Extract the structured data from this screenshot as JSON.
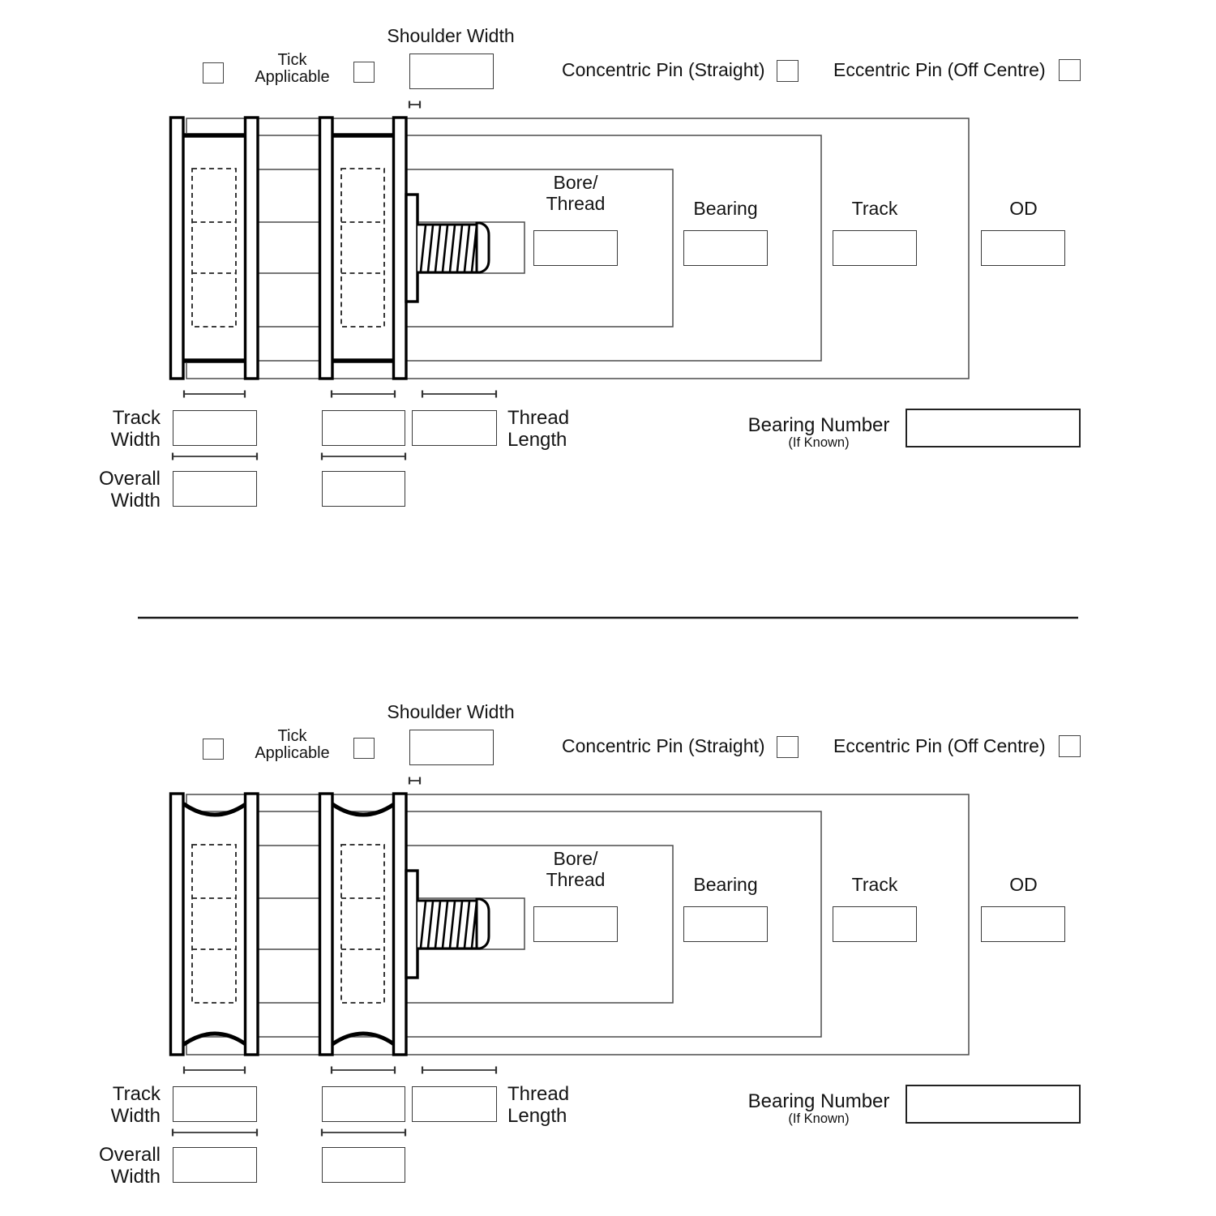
{
  "page": {
    "background": "#ffffff",
    "ink": "#141414",
    "drawing_line_color": "#4b4b4b",
    "drawing_bold_color": "#000000"
  },
  "sections": [
    {
      "profile": "flat",
      "tick_applicable": "Tick\nApplicable",
      "tick_boxes": {
        "left_checked": false,
        "right_checked": false
      },
      "shoulder_width": {
        "label": "Shoulder Width",
        "value": ""
      },
      "concentric_pin": {
        "label": "Concentric Pin (Straight)",
        "checked": false
      },
      "eccentric_pin": {
        "label": "Eccentric Pin (Off Centre)",
        "checked": false
      },
      "diameter_fields": {
        "bore_thread": {
          "label": "Bore/\nThread",
          "value": ""
        },
        "bearing": {
          "label": "Bearing",
          "value": ""
        },
        "track": {
          "label": "Track",
          "value": ""
        },
        "od": {
          "label": "OD",
          "value": ""
        }
      },
      "width_fields": {
        "track_width": {
          "label": "Track\nWidth",
          "wheel1_value": "",
          "wheel2_value": ""
        },
        "thread_length": {
          "label": "Thread\nLength",
          "value": ""
        },
        "overall_width": {
          "label": "Overall\nWidth",
          "wheel1_value": "",
          "wheel2_value": ""
        },
        "bearing_number": {
          "label": "Bearing Number",
          "sublabel": "(If Known)",
          "value": ""
        }
      }
    },
    {
      "profile": "concave",
      "tick_applicable": "Tick\nApplicable",
      "tick_boxes": {
        "left_checked": false,
        "right_checked": false
      },
      "shoulder_width": {
        "label": "Shoulder Width",
        "value": ""
      },
      "concentric_pin": {
        "label": "Concentric Pin (Straight)",
        "checked": false
      },
      "eccentric_pin": {
        "label": "Eccentric Pin (Off Centre)",
        "checked": false
      },
      "diameter_fields": {
        "bore_thread": {
          "label": "Bore/\nThread",
          "value": ""
        },
        "bearing": {
          "label": "Bearing",
          "value": ""
        },
        "track": {
          "label": "Track",
          "value": ""
        },
        "od": {
          "label": "OD",
          "value": ""
        }
      },
      "width_fields": {
        "track_width": {
          "label": "Track\nWidth",
          "wheel1_value": "",
          "wheel2_value": ""
        },
        "thread_length": {
          "label": "Thread\nLength",
          "value": ""
        },
        "overall_width": {
          "label": "Overall\nWidth",
          "wheel1_value": "",
          "wheel2_value": ""
        },
        "bearing_number": {
          "label": "Bearing Number",
          "sublabel": "(If Known)",
          "value": ""
        }
      }
    }
  ]
}
